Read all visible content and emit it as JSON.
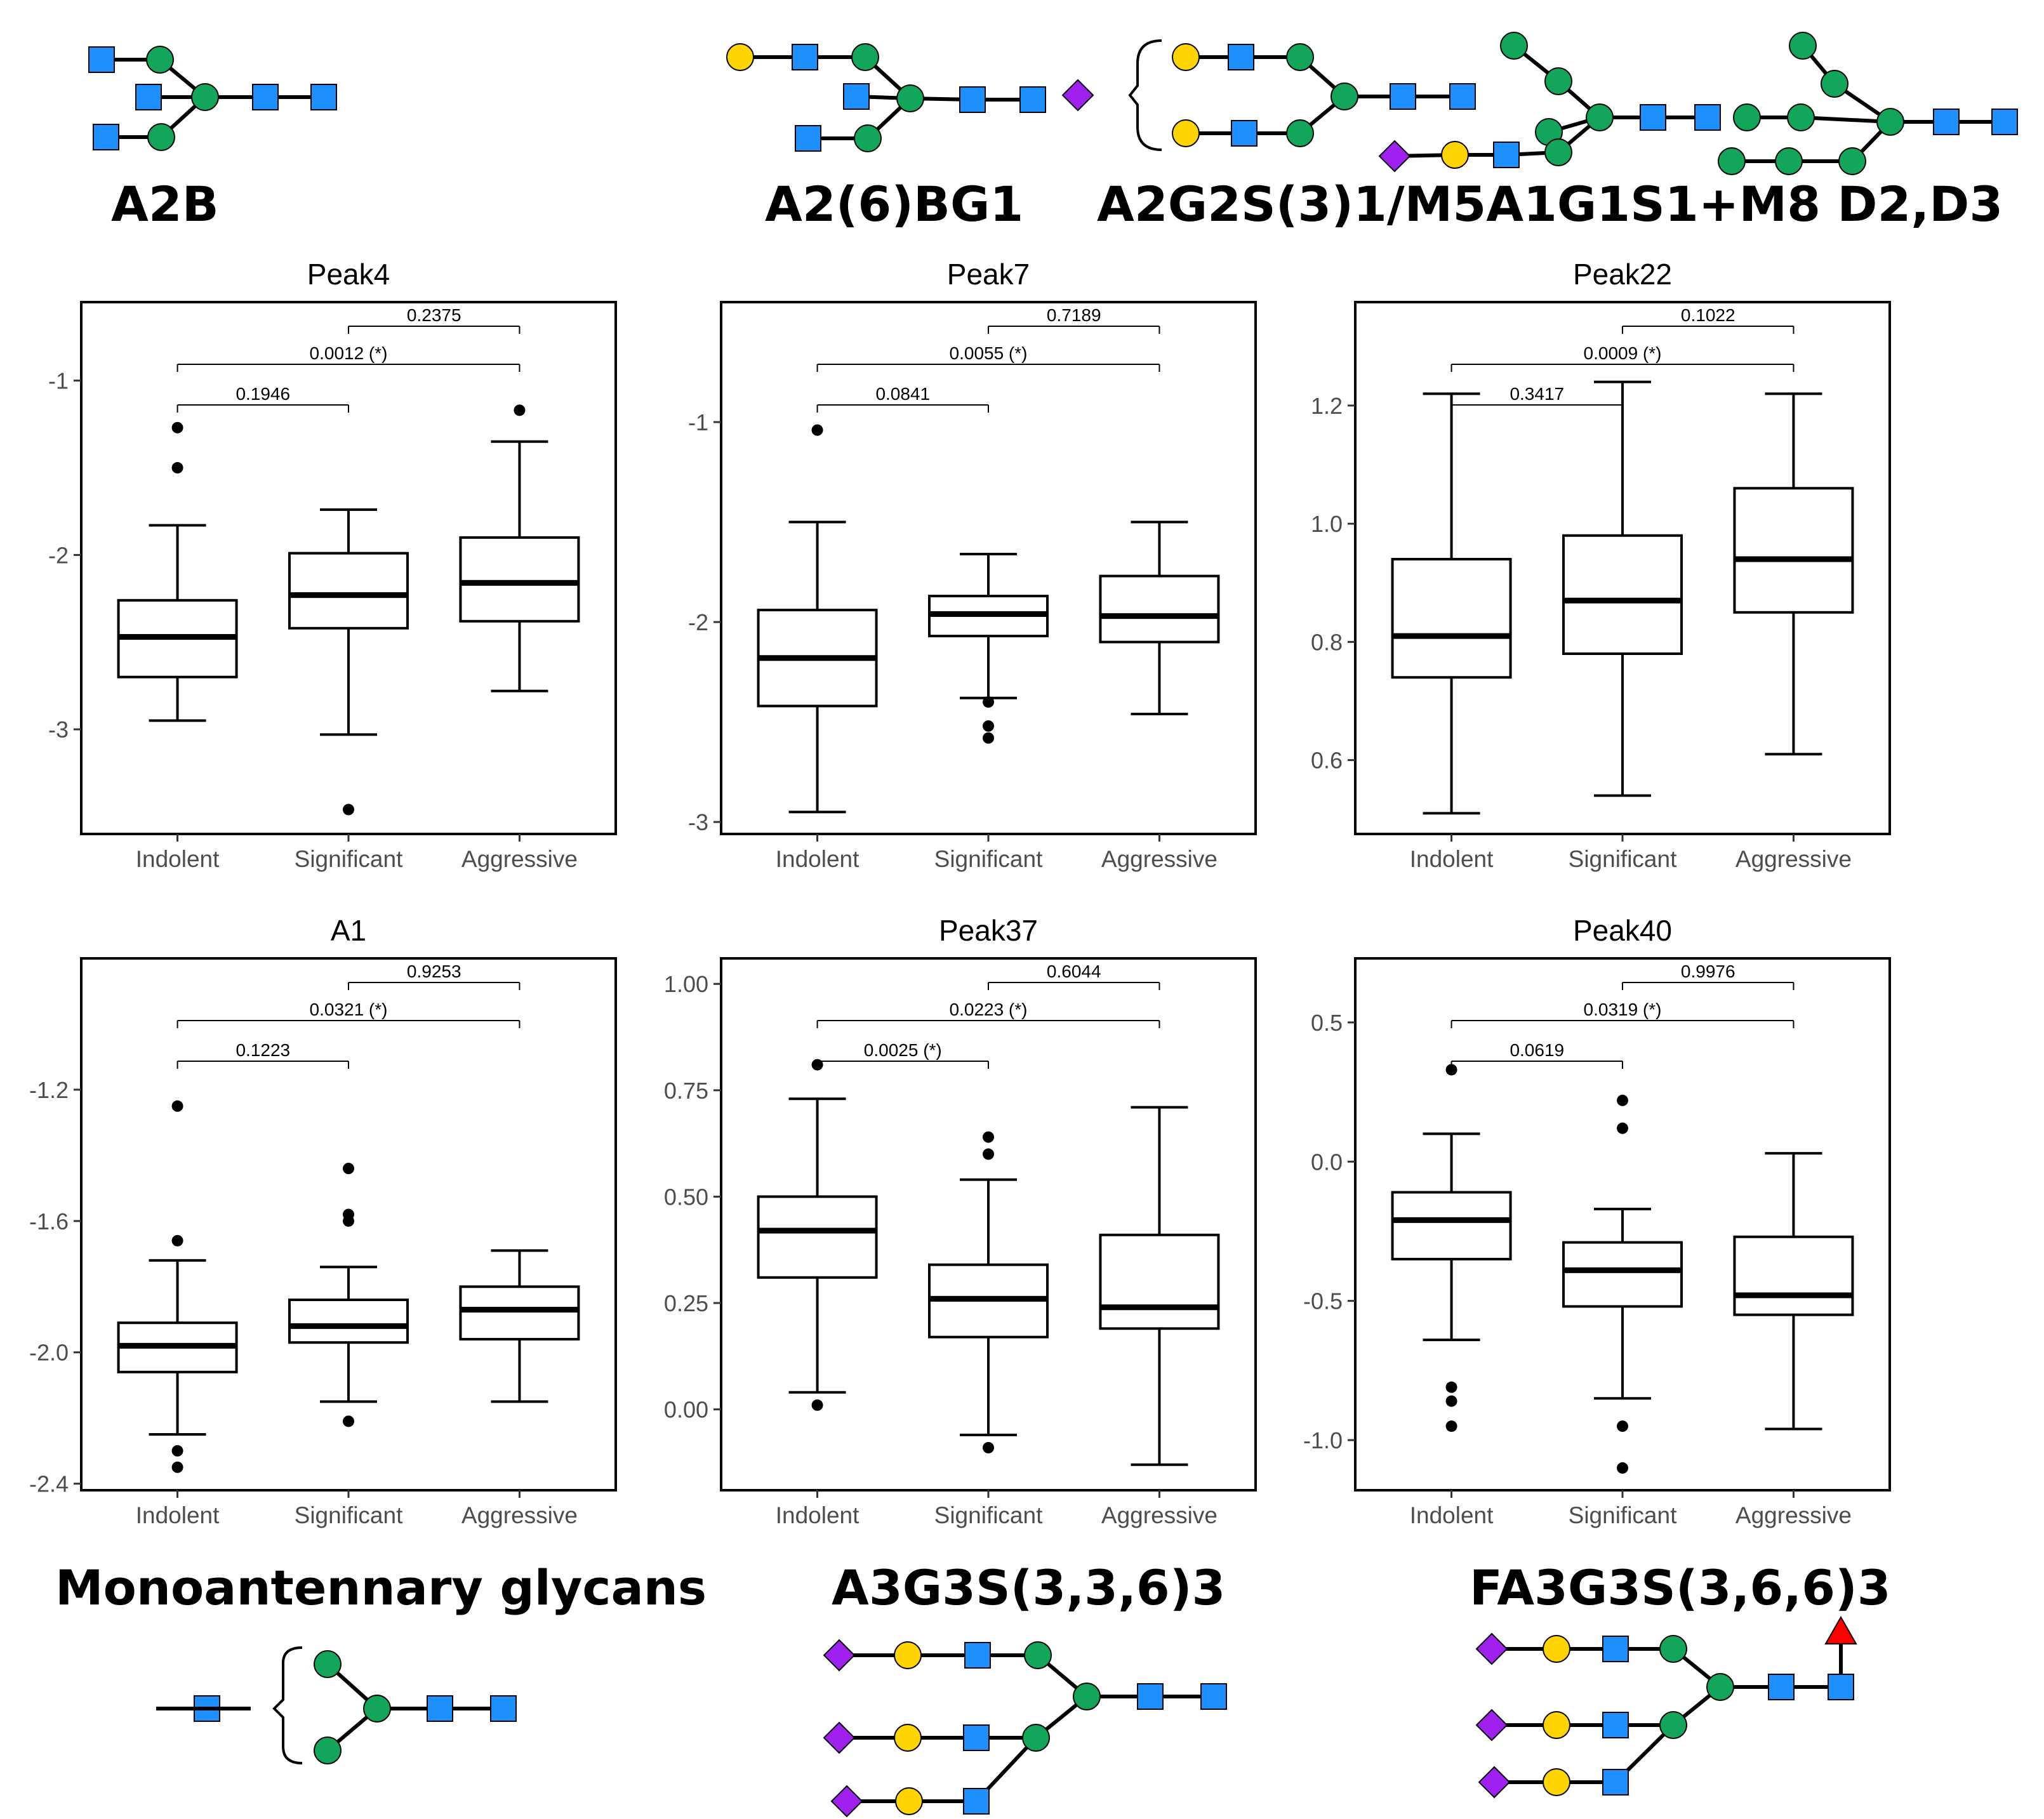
{
  "colors": {
    "galnac_glcnac": "#1e8fff",
    "mannose": "#13a55a",
    "galactose": "#ffd400",
    "sialic": "#a020f0",
    "fucose": "#ff0000"
  },
  "glycan_labels": {
    "a2b": "A2B",
    "a2_6_bg1": "A2(6)BG1",
    "a2g2s": "A2G2S(3)1/M5A1G1S1+M8 D2,D3",
    "monoantennary": "Monoantennary glycans",
    "a3g3s": "A3G3S(3,3,6)3",
    "fa3g3s": "FA3G3S(3,6,6)3"
  },
  "chart_data": [
    {
      "type": "box",
      "title": "Peak4",
      "categories": [
        "Indolent",
        "Significant",
        "Aggressive"
      ],
      "yticks": [
        "-1",
        "-2",
        "-3"
      ],
      "ytick_values": [
        -1,
        -2,
        -3
      ],
      "ylim": [
        -3.6,
        -0.55
      ],
      "boxes": [
        {
          "whislo": -2.95,
          "q1": -2.7,
          "med": -2.47,
          "q3": -2.26,
          "whishi": -1.83,
          "outliers": [
            -1.27,
            -1.5
          ]
        },
        {
          "whislo": -3.03,
          "q1": -2.42,
          "med": -2.23,
          "q3": -1.99,
          "whishi": -1.74,
          "outliers": [
            -3.46
          ]
        },
        {
          "whislo": -2.78,
          "q1": -2.38,
          "med": -2.16,
          "q3": -1.9,
          "whishi": -1.35,
          "outliers": [
            -1.17
          ]
        }
      ],
      "comparisons": [
        {
          "from": 0,
          "to": 1,
          "label": "0.1946",
          "level": 0
        },
        {
          "from": 0,
          "to": 2,
          "label": "0.0012 (*)",
          "level": 1
        },
        {
          "from": 1,
          "to": 2,
          "label": "0.2375",
          "level": 2
        }
      ]
    },
    {
      "type": "box",
      "title": "Peak7",
      "categories": [
        "Indolent",
        "Significant",
        "Aggressive"
      ],
      "yticks": [
        "-1",
        "-2",
        "-3"
      ],
      "ytick_values": [
        -1,
        -2,
        -3
      ],
      "ylim": [
        -3.06,
        -0.4
      ],
      "boxes": [
        {
          "whislo": -2.95,
          "q1": -2.42,
          "med": -2.18,
          "q3": -1.94,
          "whishi": -1.5,
          "outliers": [
            -1.04
          ]
        },
        {
          "whislo": -2.38,
          "q1": -2.07,
          "med": -1.96,
          "q3": -1.87,
          "whishi": -1.66,
          "outliers": [
            -2.4,
            -2.52,
            -2.58
          ]
        },
        {
          "whislo": -2.46,
          "q1": -2.1,
          "med": -1.97,
          "q3": -1.77,
          "whishi": -1.5,
          "outliers": []
        }
      ],
      "comparisons": [
        {
          "from": 0,
          "to": 1,
          "label": "0.0841",
          "level": 0
        },
        {
          "from": 0,
          "to": 2,
          "label": "0.0055 (*)",
          "level": 1
        },
        {
          "from": 1,
          "to": 2,
          "label": "0.7189",
          "level": 2
        }
      ]
    },
    {
      "type": "box",
      "title": "Peak22",
      "categories": [
        "Indolent",
        "Significant",
        "Aggressive"
      ],
      "yticks": [
        "0.6",
        "0.8",
        "1.0",
        "1.2"
      ],
      "ytick_values": [
        0.6,
        0.8,
        1.0,
        1.2
      ],
      "ylim": [
        0.475,
        1.375
      ],
      "boxes": [
        {
          "whislo": 0.51,
          "q1": 0.74,
          "med": 0.81,
          "q3": 0.94,
          "whishi": 1.22,
          "outliers": []
        },
        {
          "whislo": 0.54,
          "q1": 0.78,
          "med": 0.87,
          "q3": 0.98,
          "whishi": 1.24,
          "outliers": []
        },
        {
          "whislo": 0.61,
          "q1": 0.85,
          "med": 0.94,
          "q3": 1.06,
          "whishi": 1.22,
          "outliers": []
        }
      ],
      "comparisons": [
        {
          "from": 0,
          "to": 1,
          "label": "0.3417",
          "level": 0
        },
        {
          "from": 0,
          "to": 2,
          "label": "0.0009 (*)",
          "level": 1
        },
        {
          "from": 1,
          "to": 2,
          "label": "0.1022",
          "level": 2
        }
      ]
    },
    {
      "type": "box",
      "title": "A1",
      "categories": [
        "Indolent",
        "Significant",
        "Aggressive"
      ],
      "yticks": [
        "-1.2",
        "-1.6",
        "-2.0",
        "-2.4"
      ],
      "ytick_values": [
        -1.2,
        -1.6,
        -2.0,
        -2.4
      ],
      "ylim": [
        -2.42,
        -0.8
      ],
      "boxes": [
        {
          "whislo": -2.25,
          "q1": -2.06,
          "med": -1.98,
          "q3": -1.91,
          "whishi": -1.72,
          "outliers": [
            -1.25,
            -1.66,
            -2.3,
            -2.35
          ]
        },
        {
          "whislo": -2.15,
          "q1": -1.97,
          "med": -1.92,
          "q3": -1.84,
          "whishi": -1.74,
          "outliers": [
            -1.44,
            -1.58,
            -1.6,
            -2.21
          ]
        },
        {
          "whislo": -2.15,
          "q1": -1.96,
          "med": -1.87,
          "q3": -1.8,
          "whishi": -1.69,
          "outliers": []
        }
      ],
      "comparisons": [
        {
          "from": 0,
          "to": 1,
          "label": "0.1223",
          "level": 0
        },
        {
          "from": 0,
          "to": 2,
          "label": "0.0321 (*)",
          "level": 1
        },
        {
          "from": 1,
          "to": 2,
          "label": "0.9253",
          "level": 2
        }
      ]
    },
    {
      "type": "box",
      "title": "Peak37",
      "categories": [
        "Indolent",
        "Significant",
        "Aggressive"
      ],
      "yticks": [
        "0.00",
        "0.25",
        "0.50",
        "0.75",
        "1.00"
      ],
      "ytick_values": [
        0,
        0.25,
        0.5,
        0.75,
        1.0
      ],
      "ylim": [
        -0.19,
        1.06
      ],
      "boxes": [
        {
          "whislo": 0.04,
          "q1": 0.31,
          "med": 0.42,
          "q3": 0.5,
          "whishi": 0.73,
          "outliers": [
            0.81,
            0.01
          ]
        },
        {
          "whislo": -0.06,
          "q1": 0.17,
          "med": 0.26,
          "q3": 0.34,
          "whishi": 0.54,
          "outliers": [
            0.6,
            0.64,
            -0.09
          ]
        },
        {
          "whislo": -0.13,
          "q1": 0.19,
          "med": 0.24,
          "q3": 0.41,
          "whishi": 0.71,
          "outliers": []
        }
      ],
      "comparisons": [
        {
          "from": 0,
          "to": 1,
          "label": "0.0025 (*)",
          "level": 0
        },
        {
          "from": 0,
          "to": 2,
          "label": "0.0223 (*)",
          "level": 1
        },
        {
          "from": 1,
          "to": 2,
          "label": "0.6044",
          "level": 2
        }
      ]
    },
    {
      "type": "box",
      "title": "Peak40",
      "categories": [
        "Indolent",
        "Significant",
        "Aggressive"
      ],
      "yticks": [
        "0.5",
        "0.0",
        "-0.5",
        "-1.0"
      ],
      "ytick_values": [
        0.5,
        0,
        -0.5,
        -1.0
      ],
      "ylim": [
        -1.18,
        0.73
      ],
      "boxes": [
        {
          "whislo": -0.64,
          "q1": -0.35,
          "med": -0.21,
          "q3": -0.11,
          "whishi": 0.1,
          "outliers": [
            0.33,
            -0.81,
            -0.86,
            -0.95
          ]
        },
        {
          "whislo": -0.85,
          "q1": -0.52,
          "med": -0.39,
          "q3": -0.29,
          "whishi": -0.17,
          "outliers": [
            0.22,
            0.12,
            -0.95,
            -1.1
          ]
        },
        {
          "whislo": -0.96,
          "q1": -0.55,
          "med": -0.48,
          "q3": -0.27,
          "whishi": 0.03,
          "outliers": []
        }
      ],
      "comparisons": [
        {
          "from": 0,
          "to": 1,
          "label": "0.0619",
          "level": 0
        },
        {
          "from": 0,
          "to": 2,
          "label": "0.0319 (*)",
          "level": 1
        },
        {
          "from": 1,
          "to": 2,
          "label": "0.9976",
          "level": 2
        }
      ]
    }
  ]
}
